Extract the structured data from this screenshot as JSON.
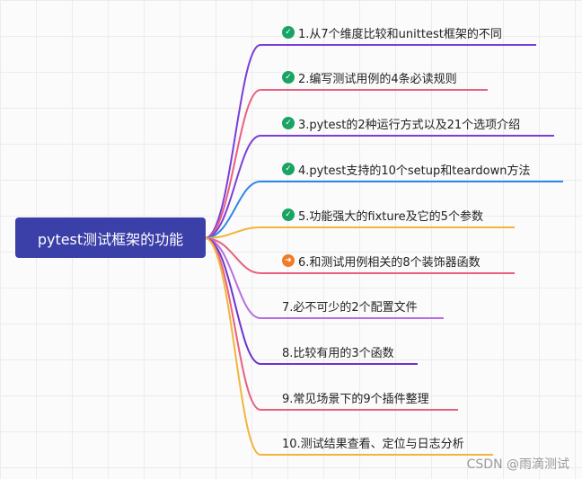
{
  "root": {
    "label": "pytest测试框架的功能"
  },
  "branches": [
    {
      "label": "1.从7个维度比较和unittest框架的不同",
      "icon": "check-circle-icon",
      "status": "done",
      "color": "#7a3fd9"
    },
    {
      "label": "2.编写测试用例的4条必读规则",
      "icon": "check-circle-icon",
      "status": "done",
      "color": "#e8607f"
    },
    {
      "label": "3.pytest的2种运行方式以及21个选项介绍",
      "icon": "check-circle-icon",
      "status": "done",
      "color": "#7a3fd9"
    },
    {
      "label": "4.pytest支持的10个setup和teardown方法",
      "icon": "check-circle-icon",
      "status": "done",
      "color": "#2f86e6"
    },
    {
      "label": "5.功能强大的fixture及它的5个参数",
      "icon": "check-circle-icon",
      "status": "done",
      "color": "#f0b63c"
    },
    {
      "label": "6.和测试用例相关的8个装饰器函数",
      "icon": "arrow-right-circle-icon",
      "status": "progress",
      "color": "#e8607f"
    },
    {
      "label": "7.必不可少的2个配置文件",
      "icon": "",
      "status": "",
      "color": "#b86ee0"
    },
    {
      "label": "8.比较有用的3个函数",
      "icon": "",
      "status": "",
      "color": "#6a35cf"
    },
    {
      "label": "9.常见场景下的9个插件整理",
      "icon": "",
      "status": "",
      "color": "#e8607f"
    },
    {
      "label": "10.测试结果查看、定位与日志分析",
      "icon": "",
      "status": "",
      "color": "#f0b63c"
    }
  ],
  "watermark": "CSDN @雨滴测试"
}
